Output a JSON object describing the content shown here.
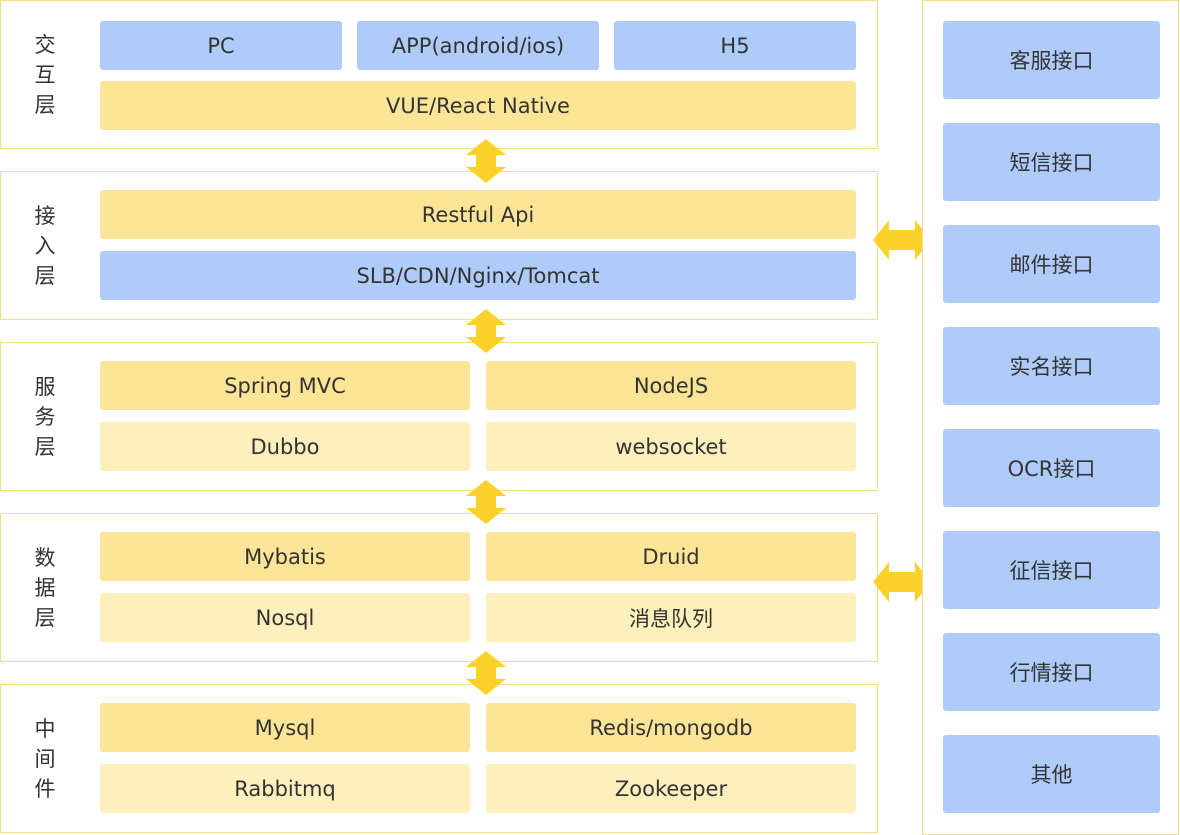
{
  "layers": [
    {
      "label": "交\n互\n层",
      "rows": [
        [
          "PC",
          "APP(android/ios)",
          "H5"
        ],
        [
          "VUE/React Native"
        ]
      ]
    },
    {
      "label": "接\n入\n层",
      "rows": [
        [
          "Restful Api"
        ],
        [
          "SLB/CDN/Nginx/Tomcat"
        ]
      ]
    },
    {
      "label": "服\n务\n层",
      "rows": [
        [
          "Spring MVC",
          "NodeJS"
        ],
        [
          "Dubbo",
          "websocket"
        ]
      ]
    },
    {
      "label": "数\n据\n层",
      "rows": [
        [
          "Mybatis",
          "Druid"
        ],
        [
          "Nosql",
          "消息队列"
        ]
      ]
    },
    {
      "label": "中\n间\n件",
      "rows": [
        [
          "Mysql",
          "Redis/mongodb"
        ],
        [
          "Rabbitmq",
          "Zookeeper"
        ]
      ]
    }
  ],
  "interfaces": [
    "客服接口",
    "短信接口",
    "邮件接口",
    "实名接口",
    "OCR接口",
    "征信接口",
    "行情接口",
    "其他"
  ],
  "colors": {
    "blue": "#aecbfa",
    "yellow": "#fce596",
    "light_yellow": "#fdf0bc",
    "border": "#f5dc8a",
    "arrow": "#fcd12a"
  }
}
